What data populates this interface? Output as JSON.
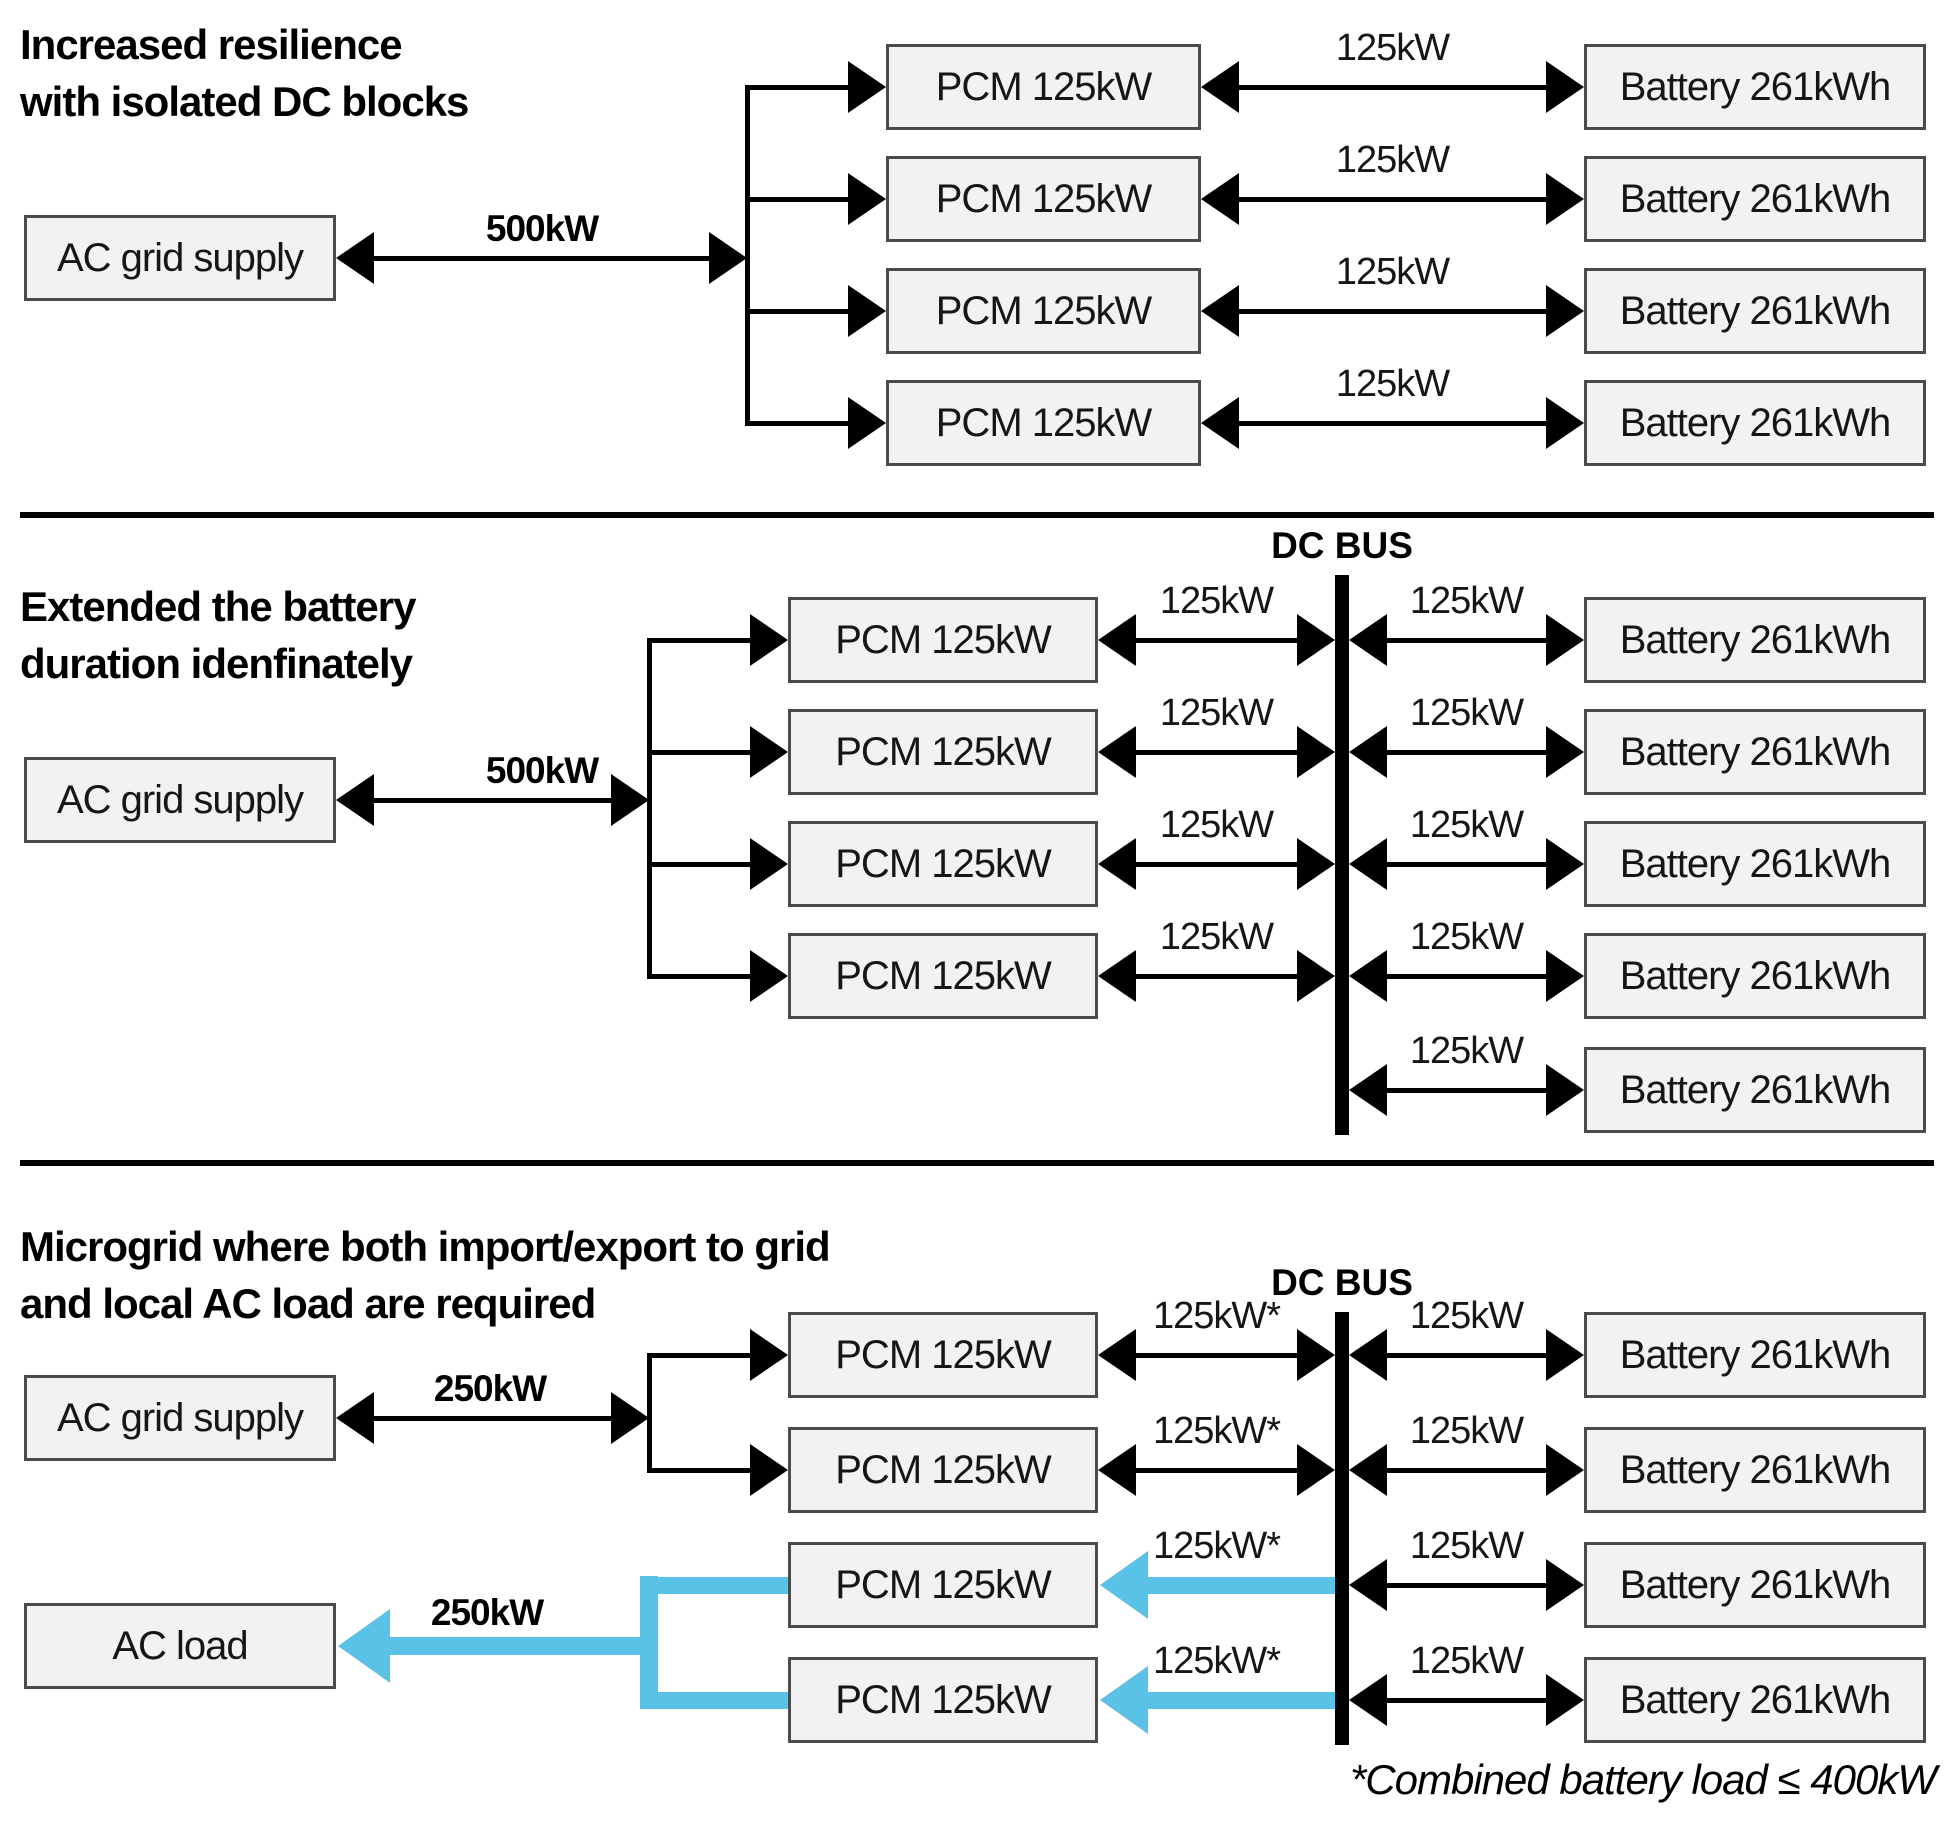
{
  "sections": [
    {
      "title_lines": [
        "Increased resilience",
        "with isolated DC blocks"
      ],
      "source_label": "AC grid supply",
      "main_flow_label": "500kW",
      "pcm_label": "PCM 125kW",
      "battery_label": "Battery 261kWh",
      "link_label": "125kW",
      "pcm_count": 4,
      "battery_count": 4
    },
    {
      "title_lines": [
        "Extended the battery",
        "duration idenfinately"
      ],
      "source_label": "AC grid supply",
      "main_flow_label": "500kW",
      "dc_bus_label": "DC BUS",
      "pcm_label": "PCM 125kW",
      "battery_label": "Battery 261kWh",
      "pcm_bus_label": "125kW",
      "bus_battery_label": "125kW",
      "pcm_count": 4,
      "battery_count": 5
    },
    {
      "title_lines": [
        "Microgrid where both import/export to grid",
        "and local AC load are required"
      ],
      "source_label": "AC grid supply",
      "load_label": "AC load",
      "grid_flow_label": "250kW",
      "load_flow_label": "250kW",
      "dc_bus_label": "DC BUS",
      "pcm_label": "PCM 125kW",
      "battery_label": "Battery 261kWh",
      "pcm_bus_label": "125kW*",
      "bus_battery_label": "125kW",
      "pcm_count": 4,
      "battery_count": 4
    }
  ],
  "footnote": "*Combined battery load ≤ 400kW",
  "colors": {
    "highlight": "#5bc2e7",
    "line": "#000000",
    "box_fill": "#f2f2f4",
    "box_border": "#4b4b4b"
  }
}
